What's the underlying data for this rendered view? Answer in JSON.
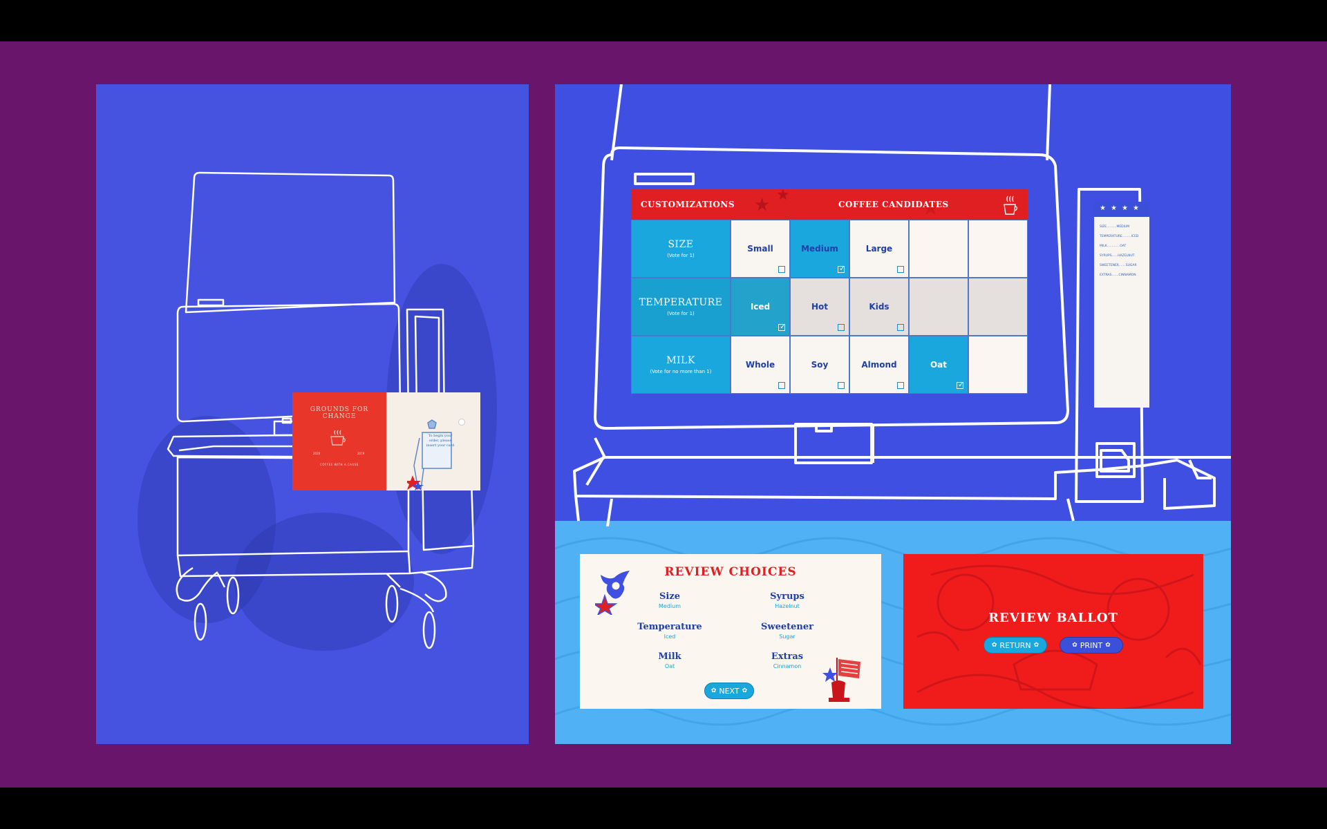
{
  "colors": {
    "frame": "#6a156c",
    "left_panel": "#4653e0",
    "right_panel": "#3e4fe1",
    "water": "#50b2f5",
    "red": "#e01f22",
    "cyan": "#1aa7dd",
    "navy_text": "#1f3fa8",
    "cream": "#fbf6f0"
  },
  "kiosk_screen": {
    "brand_title": "GROUNDS FOR CHANGE",
    "year_left": "2020",
    "year_right": "2019",
    "tagline": "COFFEE WITH A CAUSE",
    "instructions": "To begin your order, please insert your card"
  },
  "ballot": {
    "header_left": "CUSTOMIZATIONS",
    "header_right": "COFFEE CANDIDATES",
    "header_logo_icon": "coffee-cup-icon",
    "rows": [
      {
        "name": "SIZE",
        "sub": "(Vote for 1)",
        "options": [
          {
            "label": "Small",
            "selected": false
          },
          {
            "label": "Medium",
            "selected": true
          },
          {
            "label": "Large",
            "selected": false
          }
        ]
      },
      {
        "name": "TEMPERATURE",
        "sub": "(Vote for 1)",
        "options": [
          {
            "label": "Iced",
            "selected": true
          },
          {
            "label": "Hot",
            "selected": false
          },
          {
            "label": "Kids",
            "selected": false
          }
        ]
      },
      {
        "name": "MILK",
        "sub": "(Vote for no more than 1)",
        "options": [
          {
            "label": "Whole",
            "selected": false
          },
          {
            "label": "Soy",
            "selected": false
          },
          {
            "label": "Almond",
            "selected": false
          },
          {
            "label": "Oat",
            "selected": true
          }
        ]
      }
    ]
  },
  "receipt": {
    "lines": [
      {
        "label": "SIZE",
        "value": "MEDIUM"
      },
      {
        "label": "TEMPERATURE",
        "value": "ICED"
      },
      {
        "label": "MILK",
        "value": "OAT"
      },
      {
        "label": "SYRUPS",
        "value": "HAZELNUT"
      },
      {
        "label": "SWEETENER",
        "value": "SUGAR"
      },
      {
        "label": "EXTRAS",
        "value": "CINNAMON"
      }
    ]
  },
  "review_choices": {
    "title": "REVIEW CHOICES",
    "items": [
      {
        "label": "Size",
        "value": "Medium"
      },
      {
        "label": "Syrups",
        "value": "Hazelnut"
      },
      {
        "label": "Temperature",
        "value": "Iced"
      },
      {
        "label": "Sweetener",
        "value": "Sugar"
      },
      {
        "label": "Milk",
        "value": "Oat"
      },
      {
        "label": "Extras",
        "value": "Cinnamon"
      }
    ],
    "next_label": "NEXT"
  },
  "review_ballot": {
    "title": "REVIEW BALLOT",
    "return_label": "RETURN",
    "print_label": "PRINT"
  }
}
